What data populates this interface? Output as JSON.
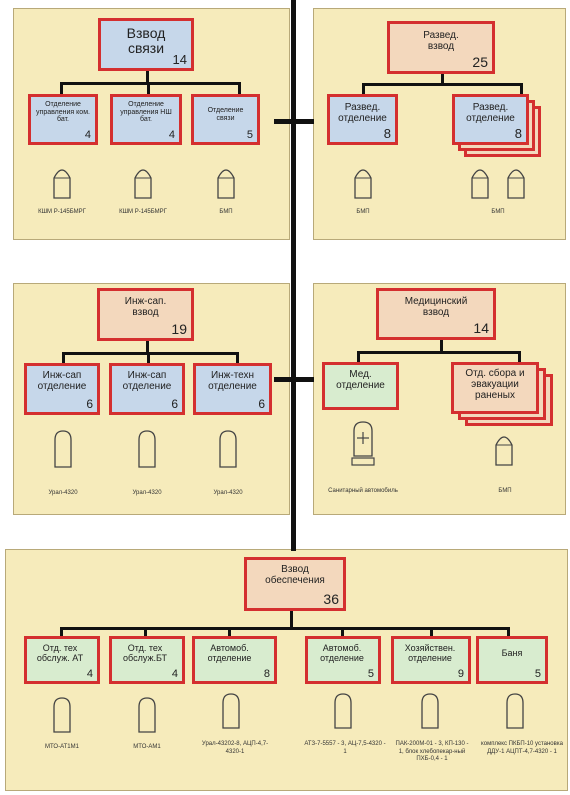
{
  "colors": {
    "panel": "#f6ebbb",
    "border": "#d42f2f",
    "blue": "#c6d7ea",
    "peach": "#f3d8bd",
    "green": "#d8eccf",
    "line": "#111111"
  },
  "signals": {
    "title": "Взвод связи",
    "count": "14",
    "units": [
      {
        "label": "Отделение управления ком. бат.",
        "count": "4"
      },
      {
        "label": "Отделение управления НШ бат.",
        "count": "4"
      },
      {
        "label": "Отделение связи",
        "count": "5"
      }
    ],
    "vehicles": [
      "КШМ Р-145БМРГ",
      "КШМ Р-145БМРГ",
      "БМП"
    ]
  },
  "recon": {
    "title": "Развед. взвод",
    "count": "25",
    "units": [
      {
        "label": "Развед. отделение",
        "count": "8"
      },
      {
        "label": "Развед. отделение",
        "count": "8"
      }
    ],
    "vehicles": [
      "БМП",
      "БМП"
    ]
  },
  "engineer": {
    "title": "Инж-сап. взвод",
    "count": "19",
    "units": [
      {
        "label": "Инж-сап отделение",
        "count": "6"
      },
      {
        "label": "Инж-сап отделение",
        "count": "6"
      },
      {
        "label": "Инж-техн отделение",
        "count": "6"
      }
    ],
    "vehicles": [
      "Урал-4320",
      "Урал-4320",
      "Урал-4320"
    ]
  },
  "medical": {
    "title": "Медицинский взвод",
    "count": "14",
    "units": [
      {
        "label": "Мед. отделение",
        "count": ""
      },
      {
        "label": "Отд. сбора и эвакуации раненых",
        "count": ""
      }
    ],
    "vehicles": [
      "Санитарный автомобиль",
      "БМП"
    ]
  },
  "support": {
    "title": "Взвод обеспечения",
    "count": "36",
    "units": [
      {
        "label": "Отд. тех обслуж. АТ",
        "count": "4"
      },
      {
        "label": "Отд. тех обслуж.БТ",
        "count": "4"
      },
      {
        "label": "Автомоб. отделение",
        "count": "8"
      },
      {
        "label": "Автомоб. отделение",
        "count": "5"
      },
      {
        "label": "Хозяйствен. отделение",
        "count": "9"
      },
      {
        "label": "Баня",
        "count": "5"
      }
    ],
    "vehicles": [
      "МТО-АТ1М1",
      "МТО-АМ1",
      "Урал-43202-8, АЦП-4,7-4320-1",
      "АТЗ-7-5557 - 3, АЦ-7,5-4320 - 1",
      "ПАК-200М-01 - 3, КП-130 - 1, блок хлебопекар-ный ПХБ-0,4 - 1",
      "комплекс ПКБП-10 установка ДДУ-1 АЦПТ-4,7-4320 - 1"
    ]
  }
}
